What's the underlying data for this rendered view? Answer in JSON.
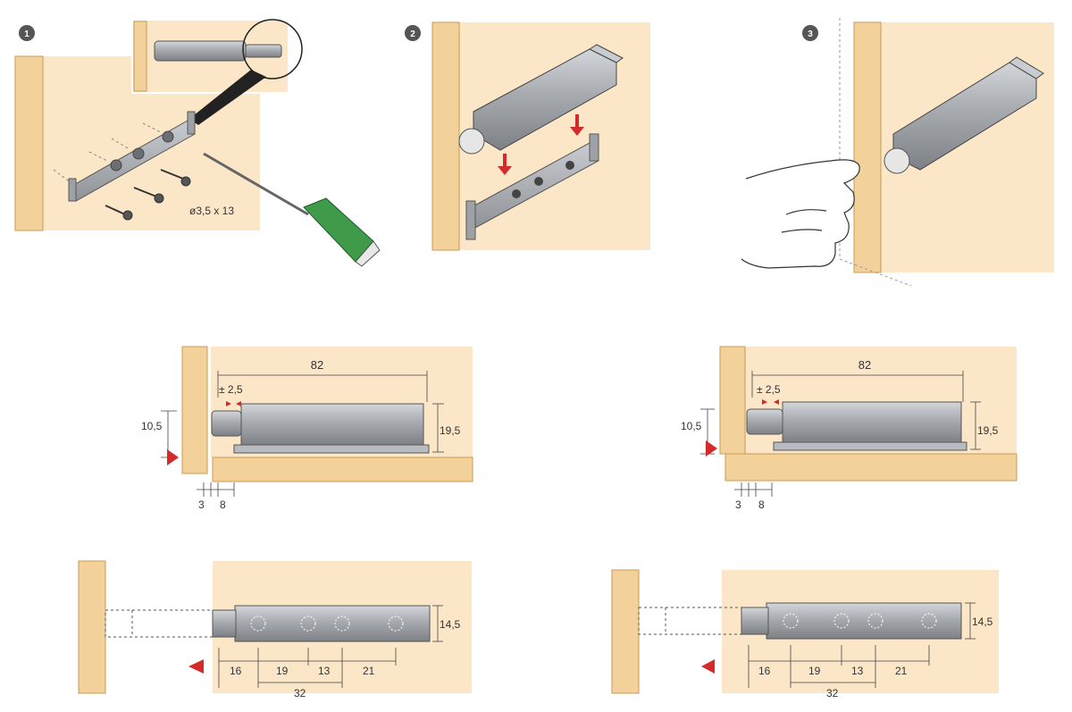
{
  "colors": {
    "panel_bg": "#fbe6c8",
    "wood": "#f2d29a",
    "wood_edge": "#c99a56",
    "wood_dark": "#dcb478",
    "part_grey": "#a7abb0",
    "part_grey_dark": "#7d8186",
    "part_grey_light": "#c9ccd0",
    "line": "#444444",
    "arrow_red": "#d42a2a",
    "handle_green": "#3f9a4a"
  },
  "steps": [
    {
      "number": "1",
      "screw_label": "ø3,5 x 13",
      "icons": [
        "screw-icon",
        "screwdriver-icon",
        "magnifier-icon"
      ]
    },
    {
      "number": "2",
      "icons": [
        "down-arrow-icon"
      ]
    },
    {
      "number": "3",
      "icons": [
        "hand-icon"
      ]
    }
  ],
  "side_view": {
    "length": "82",
    "tolerance": "± 2,5",
    "height_offset": "10,5",
    "body_height": "19,5",
    "gap": "3",
    "inset": "8"
  },
  "top_view": {
    "width": "14,5",
    "dims": [
      "16",
      "19",
      "13",
      "21"
    ],
    "total": "32"
  }
}
